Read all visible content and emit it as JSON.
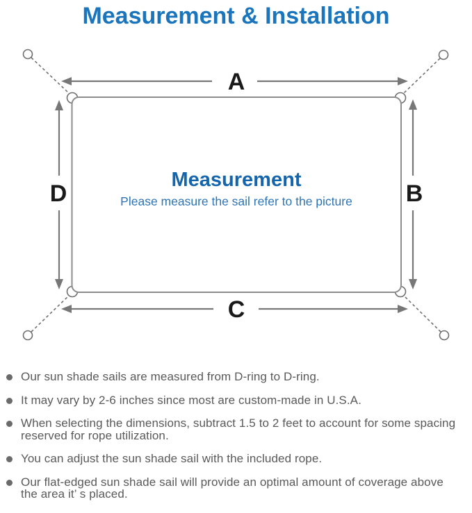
{
  "title": "Measurement & Installation",
  "diagram": {
    "center_heading": "Measurement",
    "center_subtitle": "Please measure the sail refer to the picture",
    "labels": {
      "top": "A",
      "right": "B",
      "bottom": "C",
      "left": "D"
    }
  },
  "notes": [
    {
      "text": "Our sun shade sails are measured from D-ring to D-ring."
    },
    {
      "text": "It may vary by 2-6 inches since most are custom-made in U.S.A."
    },
    {
      "text": "When selecting the dimensions, subtract 1.5 to 2 feet to account for some spacing\nreserved for rope utilization."
    },
    {
      "text": "You can adjust the sun shade sail with the included rope."
    },
    {
      "text": "Our flat-edged sun shade sail will provide an optimal amount of coverage above\nthe area it’ s placed."
    }
  ],
  "colors": {
    "title_blue": "#1a75bc",
    "heading_blue": "#1565ac",
    "subtitle_blue": "#2e74b5",
    "sail_outline_gray": "#8c8c8c",
    "arrow_gray": "#777777",
    "ring_gray": "#6e6e6e",
    "label_black": "#1a1a1a",
    "note_text_gray": "#595959",
    "bullet_gray": "#6b6b6b"
  }
}
